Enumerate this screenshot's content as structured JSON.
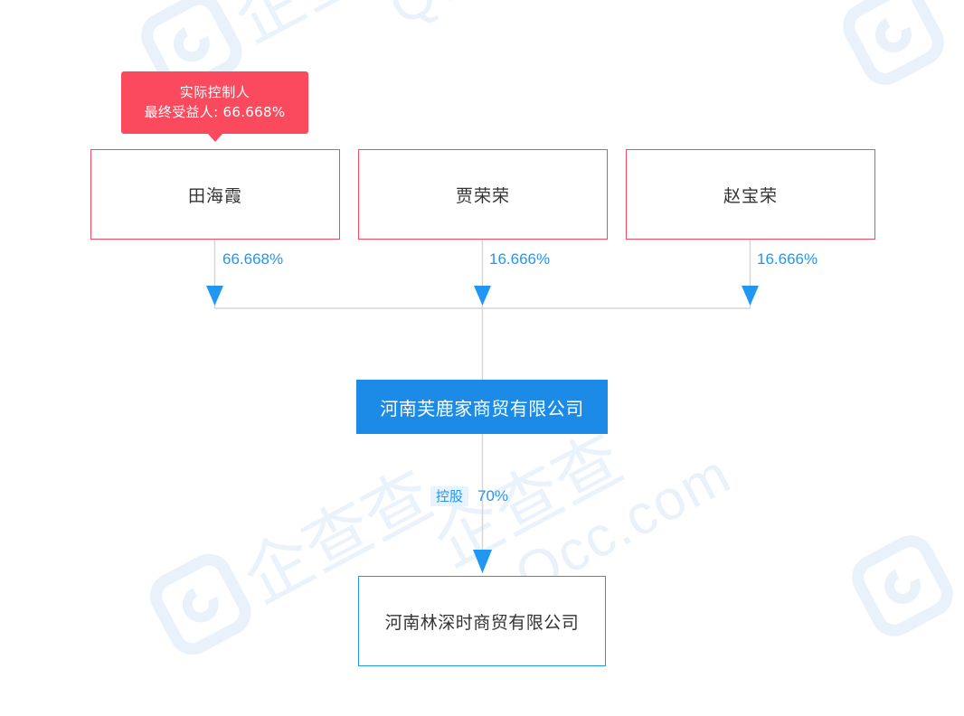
{
  "controller_badge": {
    "title": "实际控制人",
    "detail": "最终受益人: 66.668%"
  },
  "shareholders": [
    {
      "name": "田海霞",
      "percent": "66.668%"
    },
    {
      "name": "贾荣荣",
      "percent": "16.666%"
    },
    {
      "name": "赵宝荣",
      "percent": "16.666%"
    }
  ],
  "main_company": {
    "name": "河南芙鹿家商贸有限公司"
  },
  "subsidiary_relation": {
    "tag": "控股",
    "ratio": "70%"
  },
  "subsidiary": {
    "name": "河南林深时商贸有限公司"
  },
  "watermark": {
    "text": "Qcc.com",
    "cn_text": "企查查",
    "logo": "qcc-target-logo"
  },
  "colors": {
    "red": "#fb4a5e",
    "blue": "#1c8be8",
    "blue_border": "#2196f3",
    "line_gray": "#d6d6d6",
    "text_dark": "#333333",
    "tag_bg": "#e8f3fd",
    "watermark": "#e9f1fa"
  }
}
